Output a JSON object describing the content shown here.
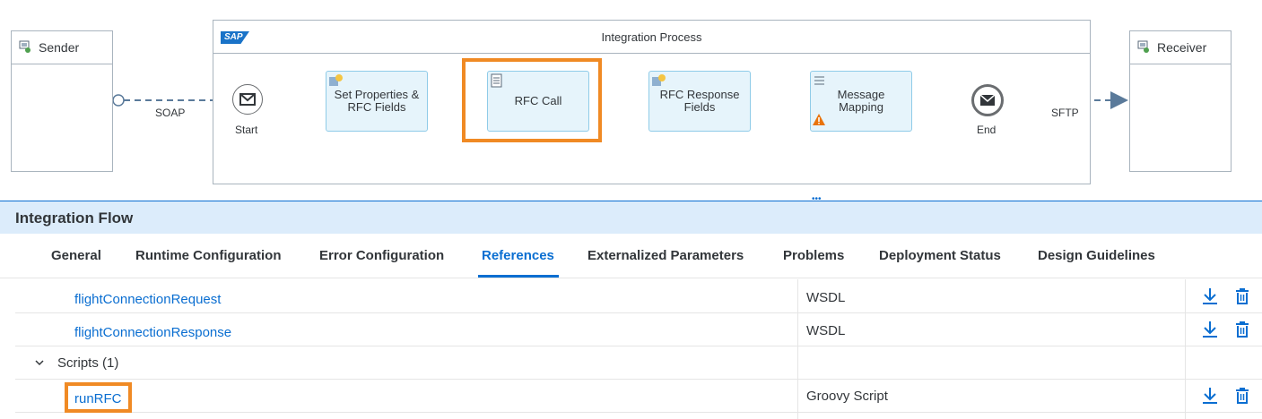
{
  "diagram": {
    "sender_label": "Sender",
    "receiver_label": "Receiver",
    "pool_title": "Integration Process",
    "sap_logo_text": "SAP",
    "soap_label": "SOAP",
    "sftp_label": "SFTP",
    "start_label": "Start",
    "end_label": "End",
    "steps": {
      "set_properties": "Set Properties & RFC Fields",
      "rfc_call": "RFC Call",
      "rfc_response": "RFC Response Fields",
      "message_mapping": "Message Mapping"
    },
    "highlight_color": "#f08a24"
  },
  "panel": {
    "title": "Integration Flow",
    "tabs": [
      "General",
      "Runtime Configuration",
      "Error Configuration",
      "References",
      "Externalized Parameters",
      "Problems",
      "Deployment Status",
      "Design Guidelines"
    ],
    "active_tab": "References"
  },
  "references": {
    "rows": [
      {
        "name": "flightConnectionRequest",
        "type": "WSDL"
      },
      {
        "name": "flightConnectionResponse",
        "type": "WSDL"
      }
    ],
    "group": {
      "label": "Scripts (1)",
      "expanded": true
    },
    "script_rows": [
      {
        "name": "runRFC",
        "type": "Groovy Script"
      }
    ],
    "actions": [
      "download-icon",
      "delete-icon"
    ]
  },
  "colors": {
    "accent": "#0a6ed1",
    "step_fill": "#e6f4fb",
    "panel_header": "#dcecfb",
    "warning": "#e9730c"
  }
}
